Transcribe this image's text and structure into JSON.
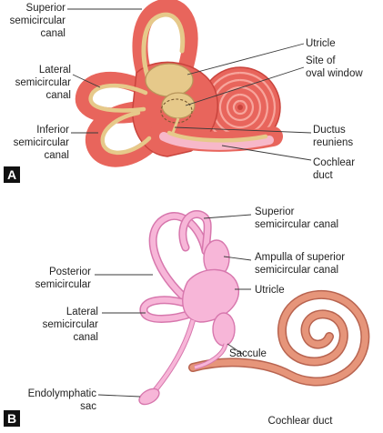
{
  "panel_a": {
    "badge": "A",
    "labels": {
      "superior_1": "Superior",
      "superior_2": "semicircular",
      "superior_3": "canal",
      "lateral_1": "Lateral",
      "lateral_2": "semicircular",
      "lateral_3": "canal",
      "inferior_1": "Inferior",
      "inferior_2": "semicircular",
      "inferior_3": "canal",
      "utricle": "Utricle",
      "oval_1": "Site of",
      "oval_2": "oval window",
      "ductus_1": "Ductus",
      "ductus_2": "reuniens",
      "cochlear_1": "Cochlear",
      "cochlear_2": "duct"
    }
  },
  "panel_b": {
    "badge": "B",
    "labels": {
      "superior_1": "Superior",
      "superior_2": "semicircular canal",
      "ampulla_1": "Ampulla of superior",
      "ampulla_2": "semicircular canal",
      "posterior_1": "Posterior",
      "posterior_2": "semicircular",
      "utricle": "Utricle",
      "lateral_1": "Lateral",
      "lateral_2": "semicircular",
      "lateral_3": "canal",
      "saccule": "Saccule",
      "endolymphatic_1": "Endolymphatic",
      "endolymphatic_2": "sac",
      "cochlear_duct": "Cochlear duct"
    }
  },
  "colors": {
    "bony_red": "#e8655c",
    "bony_red_dark": "#c9443d",
    "bony_inner": "#f4a49c",
    "membrane_tan": "#e6c98a",
    "membrane_tan_dark": "#b8955a",
    "membrane_pink": "#f7b6d8",
    "membrane_pink_dark": "#d777ad",
    "duct_orange": "#e6957a",
    "duct_orange_dark": "#b86450",
    "badge_bg": "#111111"
  }
}
